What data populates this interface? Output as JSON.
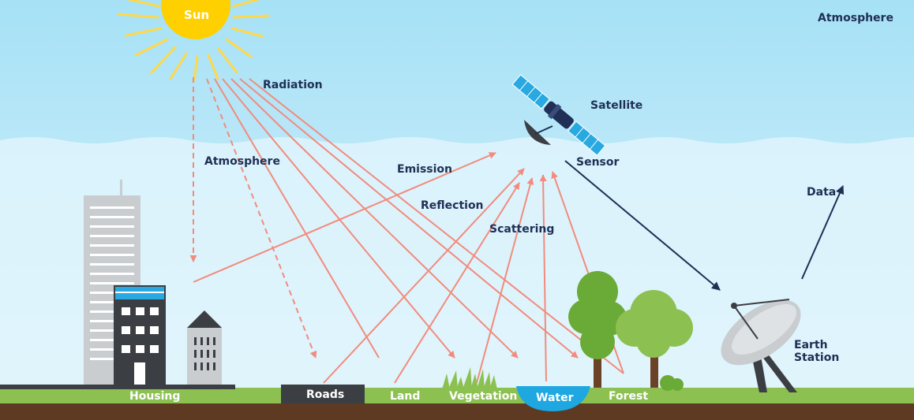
{
  "labels": {
    "sun": "Sun",
    "atmosphere_top": "Atmosphere",
    "radiation": "Radiation",
    "atmosphere_mid": "Atmosphere",
    "emission": "Emission",
    "reflection": "Reflection",
    "scattering": "Scattering",
    "satellite": "Satellite",
    "sensor": "Sensor",
    "data": "Data",
    "earth_station": "Earth\nStation",
    "housing": "Housing",
    "roads": "Roads",
    "land": "Land",
    "vegetation": "Vegetation",
    "water": "Water",
    "forest": "Forest"
  },
  "colors": {
    "sky_top": "#a9e2f6",
    "sky_bottom": "#d6f1fb",
    "sun": "#ffd000",
    "sun_rays": "#ffd84a",
    "radiation_lines": "#f28b7d",
    "data_arrows": "#1f2f55",
    "label_text": "#1f2f55",
    "ground_grass": "#8cc152",
    "ground_soil": "#5e3a22",
    "building_gray": "#c9cdd0",
    "building_dark": "#3b3f44",
    "building_accent": "#29a9e1",
    "road": "#3b3f44",
    "water": "#1ea7e1",
    "tree_green": "#6aaa37",
    "tree_light": "#8cc152",
    "tree_trunk": "#6b4226",
    "satellite_panel": "#29a9e1",
    "satellite_body": "#1f2f55",
    "dish": "#c9cdd0",
    "dish_stand": "#3b3f44"
  },
  "icons": [
    "sun-icon",
    "satellite-icon",
    "earth-station-dish-icon",
    "tree-icon",
    "grass-icon",
    "building-icon"
  ]
}
